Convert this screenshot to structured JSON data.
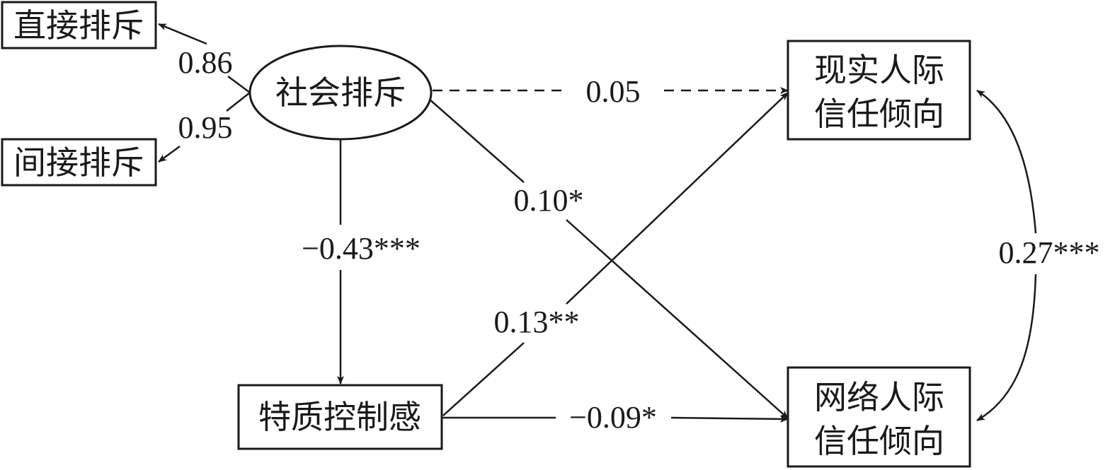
{
  "nodes": {
    "direct_exclusion": "直接排斥",
    "indirect_exclusion": "间接排斥",
    "social_exclusion": "社会排斥",
    "real_trust_line1": "现实人际",
    "real_trust_line2": "信任倾向",
    "online_trust_line1": "网络人际",
    "online_trust_line2": "信任倾向",
    "trait_control": "特质控制感"
  },
  "paths": {
    "loading_direct": "0.86",
    "loading_indirect": "0.95",
    "exclusion_to_real": "0.05",
    "exclusion_to_online": "0.10*",
    "exclusion_to_control": "−0.43***",
    "control_to_real": "0.13**",
    "control_to_online": "−0.09*",
    "real_online_covariance": "0.27***"
  },
  "colors": {
    "ink": "#1a1a1a",
    "background": "#ffffff"
  }
}
